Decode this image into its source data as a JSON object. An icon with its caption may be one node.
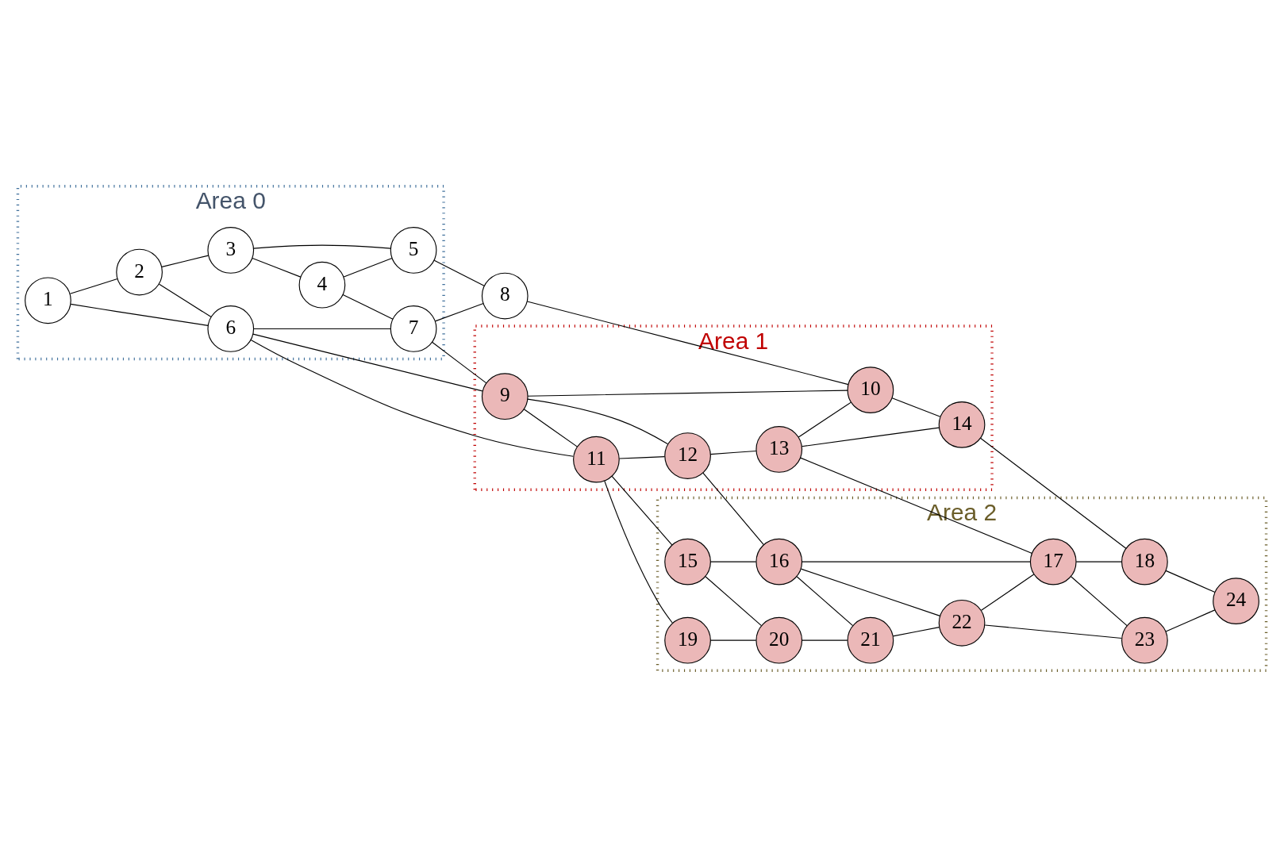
{
  "diagram": {
    "nodes": [
      {
        "text": [
          "Area 0"
        ]
      },
      {
        "text": [
          "1"
        ],
        "in": 0
      },
      {
        "text": [
          "2"
        ],
        "in": 0
      },
      {
        "text": [
          "3"
        ],
        "in": 0
      },
      {
        "text": [
          "4"
        ],
        "in": 0
      },
      {
        "text": [
          "5"
        ],
        "in": 0
      },
      {
        "text": [
          "6"
        ],
        "in": 0
      },
      {
        "text": [
          "7"
        ],
        "in": 0
      },
      {
        "text": [
          "8"
        ]
      },
      {
        "text": [
          "Area 1"
        ]
      },
      {
        "text": [
          "9"
        ],
        "in": 9
      },
      {
        "text": [
          "10"
        ],
        "in": 9
      },
      {
        "text": [
          "11"
        ],
        "in": 9
      },
      {
        "text": [
          "12"
        ],
        "in": 9
      },
      {
        "text": [
          "13"
        ],
        "in": 9
      },
      {
        "text": [
          "14"
        ],
        "in": 9
      },
      {
        "text": [
          "Area 2"
        ]
      },
      {
        "text": [
          "15"
        ],
        "in": 16
      },
      {
        "text": [
          "16"
        ],
        "in": 16
      },
      {
        "text": [
          "17"
        ],
        "in": 16
      },
      {
        "text": [
          "18"
        ],
        "in": 16
      },
      {
        "text": [
          "19"
        ],
        "in": 16
      },
      {
        "text": [
          "20"
        ],
        "in": 16
      },
      {
        "text": [
          "21"
        ],
        "in": 16
      },
      {
        "text": [
          "22"
        ],
        "in": 16
      },
      {
        "text": [
          "23"
        ],
        "in": 16
      },
      {
        "text": [
          "24"
        ],
        "in": 16
      }
    ],
    "edges": [
      {
        "from": 1,
        "to": 2,
        "arrow": "none"
      },
      {
        "from": 1,
        "to": 6,
        "arrow": "none"
      },
      {
        "from": 2,
        "to": 6,
        "arrow": "none"
      },
      {
        "from": 2,
        "to": 3,
        "arrow": "none"
      },
      {
        "from": 3,
        "to": 4,
        "arrow": "none"
      },
      {
        "from": 3,
        "to": 5,
        "arrow": "none"
      },
      {
        "from": 4,
        "to": 5,
        "arrow": "none"
      },
      {
        "from": 4,
        "to": 7,
        "arrow": "none"
      },
      {
        "from": 6,
        "to": 7,
        "arrow": "none"
      },
      {
        "from": 6,
        "to": 12,
        "arrow": "none"
      },
      {
        "from": 6,
        "to": 10,
        "arrow": "none"
      },
      {
        "from": 7,
        "to": 10,
        "arrow": "none"
      },
      {
        "from": 7,
        "to": 8,
        "arrow": "none"
      },
      {
        "from": 5,
        "to": 8,
        "arrow": "none"
      },
      {
        "from": 8,
        "to": 11,
        "arrow": "none"
      },
      {
        "from": 10,
        "to": 12,
        "arrow": "none"
      },
      {
        "from": 10,
        "to": 13,
        "arrow": "none"
      },
      {
        "from": 10,
        "to": 11,
        "arrow": "none"
      },
      {
        "from": 12,
        "to": 13,
        "arrow": "none"
      },
      {
        "from": 12,
        "to": 21,
        "arrow": "none"
      },
      {
        "from": 12,
        "to": 17,
        "arrow": "none"
      },
      {
        "from": 13,
        "to": 18,
        "arrow": "none"
      },
      {
        "from": 13,
        "to": 14,
        "arrow": "none"
      },
      {
        "from": 14,
        "to": 15,
        "arrow": "none"
      },
      {
        "from": 14,
        "to": 11,
        "arrow": "none"
      },
      {
        "from": 14,
        "to": 19,
        "arrow": "none"
      },
      {
        "from": 11,
        "to": 15,
        "arrow": "none"
      },
      {
        "from": 15,
        "to": 20,
        "arrow": "none"
      },
      {
        "from": 17,
        "to": 22,
        "arrow": "none"
      },
      {
        "from": 17,
        "to": 18,
        "arrow": "none"
      },
      {
        "from": 18,
        "to": 23,
        "arrow": "none"
      },
      {
        "from": 18,
        "to": 24,
        "arrow": "none"
      },
      {
        "from": 18,
        "to": 19,
        "arrow": "none"
      },
      {
        "from": 21,
        "to": 22,
        "arrow": "none"
      },
      {
        "from": 22,
        "to": 23,
        "arrow": "none"
      },
      {
        "from": 23,
        "to": 24,
        "arrow": "none"
      },
      {
        "from": 24,
        "to": 19,
        "arrow": "none"
      },
      {
        "from": 24,
        "to": 25,
        "arrow": "none"
      },
      {
        "from": 19,
        "to": 25,
        "arrow": "none"
      },
      {
        "from": 19,
        "to": 20,
        "arrow": "none"
      },
      {
        "from": 20,
        "to": 26,
        "arrow": "none"
      },
      {
        "from": 25,
        "to": 26,
        "arrow": "none"
      }
    ]
  }
}
